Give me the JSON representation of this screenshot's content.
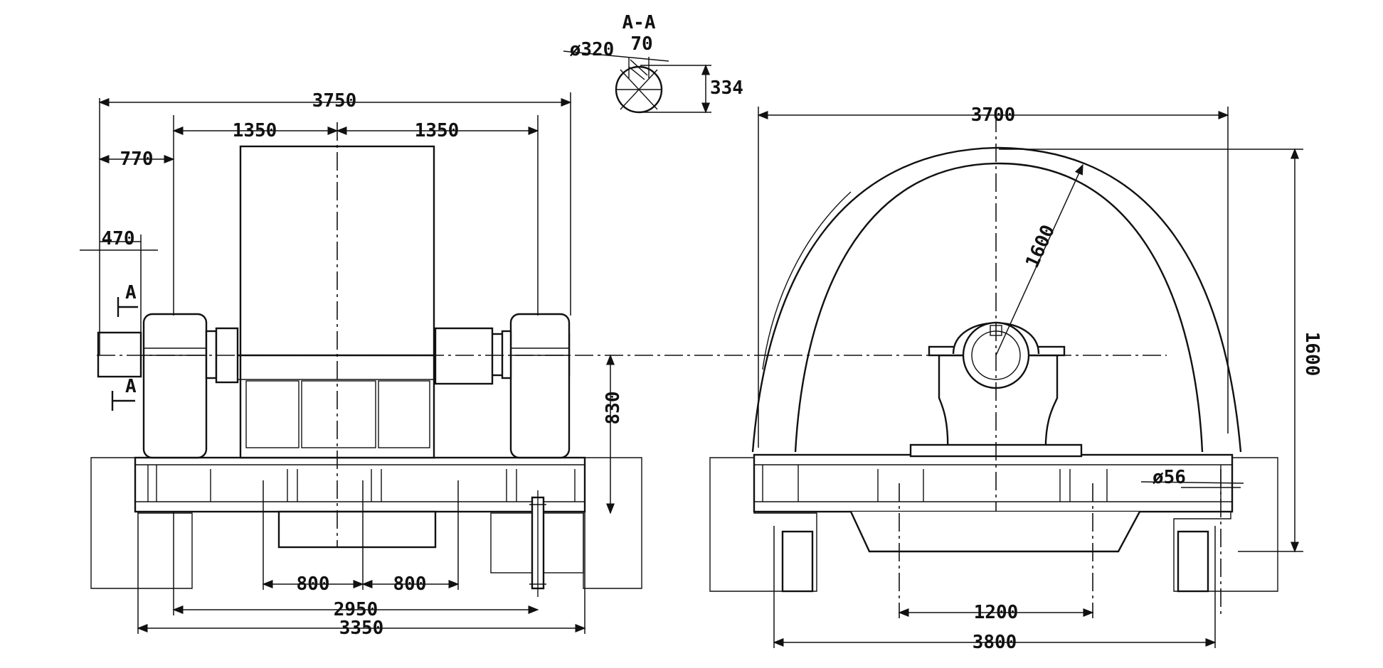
{
  "section_label": "A-A",
  "section_marker": "A",
  "dims": {
    "d3750": "3750",
    "d1350a": "1350",
    "d1350b": "1350",
    "d770": "770",
    "d470": "470",
    "d830": "830",
    "d800a": "800",
    "d800b": "800",
    "d2950": "2950",
    "d3350": "3350",
    "d320": "ø320",
    "d70": "70",
    "d334": "334",
    "d3700": "3700",
    "d1600r": "1600",
    "d1600v": "1600",
    "d56": "ø56",
    "d1200": "1200",
    "d3800": "3800"
  }
}
